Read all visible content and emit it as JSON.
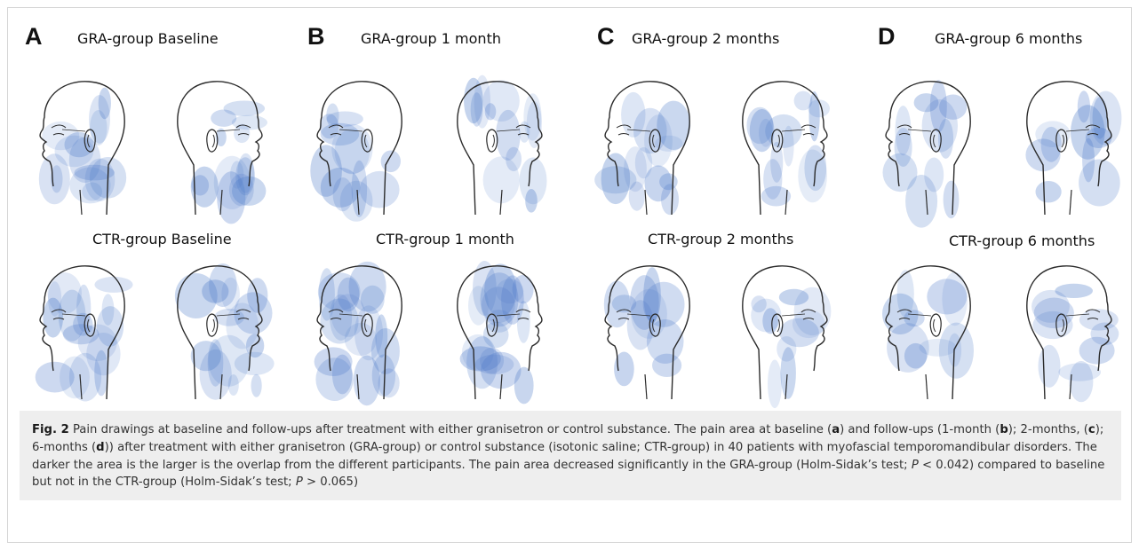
{
  "figure": {
    "panels": [
      {
        "letter": "A",
        "top_title": "GRA-group Baseline",
        "bottom_title": "CTR-group Baseline"
      },
      {
        "letter": "B",
        "top_title": "GRA-group 1 month",
        "bottom_title": "CTR-group 1 month"
      },
      {
        "letter": "C",
        "top_title": "GRA-group 2 months",
        "bottom_title": "CTR-group 2 months"
      },
      {
        "letter": "D",
        "top_title": "GRA-group 6 months",
        "bottom_title": "CTR-group 6 months"
      }
    ],
    "pain_area_color": "#4a78c8",
    "head_outline_color": "#2b2b2b"
  },
  "caption": {
    "label": "Fig. 2",
    "text_1": " Pain drawings at baseline and follow-ups after treatment with either granisetron or control substance. The pain area at baseline (",
    "a": "a",
    "text_2": ") and follow-ups (1-month (",
    "b": "b",
    "text_3": "); 2-months, (",
    "c": "c",
    "text_4": "); 6-months (",
    "d": "d",
    "text_5": ")) after treatment with either granisetron (GRA-group) or control substance (isotonic saline; CTR-group) in 40 patients with myofascial temporomandibular disorders. The darker the area is the larger is the overlap from the different participants. The pain area decreased significantly in the GRA-group (Holm-Sidak’s test; ",
    "p1_symbol": "P",
    "p1_value": " < 0.042) compared to baseline but not in the CTR-group (Holm-Sidak’s test; ",
    "p2_symbol": "P",
    "p2_value": " > 0.065)"
  }
}
